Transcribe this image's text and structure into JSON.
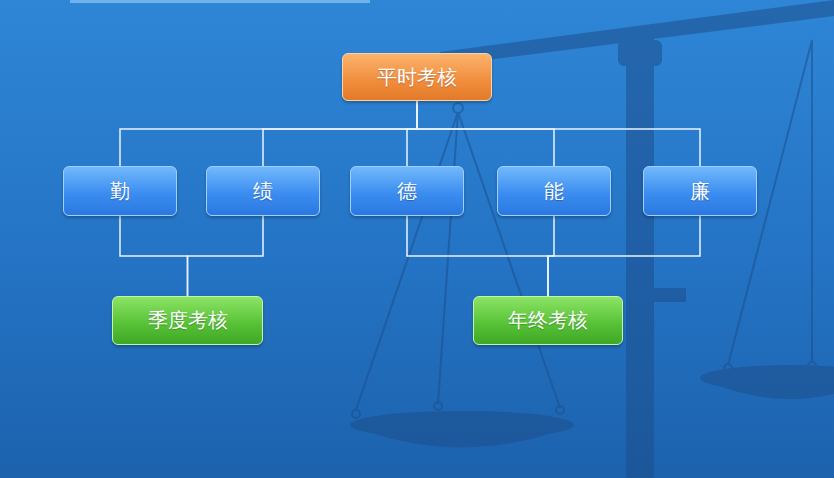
{
  "diagram": {
    "nodes": [
      {
        "text": [
          "平时考核"
        ]
      },
      {
        "text": [
          "勤"
        ]
      },
      {
        "text": [
          "绩"
        ]
      },
      {
        "text": [
          "德"
        ]
      },
      {
        "text": [
          "能"
        ]
      },
      {
        "text": [
          "廉"
        ]
      },
      {
        "text": [
          "季度考核"
        ]
      },
      {
        "text": [
          "年终考核"
        ]
      }
    ],
    "edges": [
      {
        "from": 0,
        "to": 1,
        "arrow": "none"
      },
      {
        "from": 0,
        "to": 2,
        "arrow": "none"
      },
      {
        "from": 0,
        "to": 3,
        "arrow": "none"
      },
      {
        "from": 0,
        "to": 4,
        "arrow": "none"
      },
      {
        "from": 0,
        "to": 5,
        "arrow": "none"
      },
      {
        "from": 1,
        "to": 6,
        "arrow": "none"
      },
      {
        "from": 2,
        "to": 6,
        "arrow": "none"
      },
      {
        "from": 3,
        "to": 7,
        "arrow": "none"
      },
      {
        "from": 4,
        "to": 7,
        "arrow": "none"
      },
      {
        "from": 5,
        "to": 7,
        "arrow": "none"
      }
    ]
  }
}
